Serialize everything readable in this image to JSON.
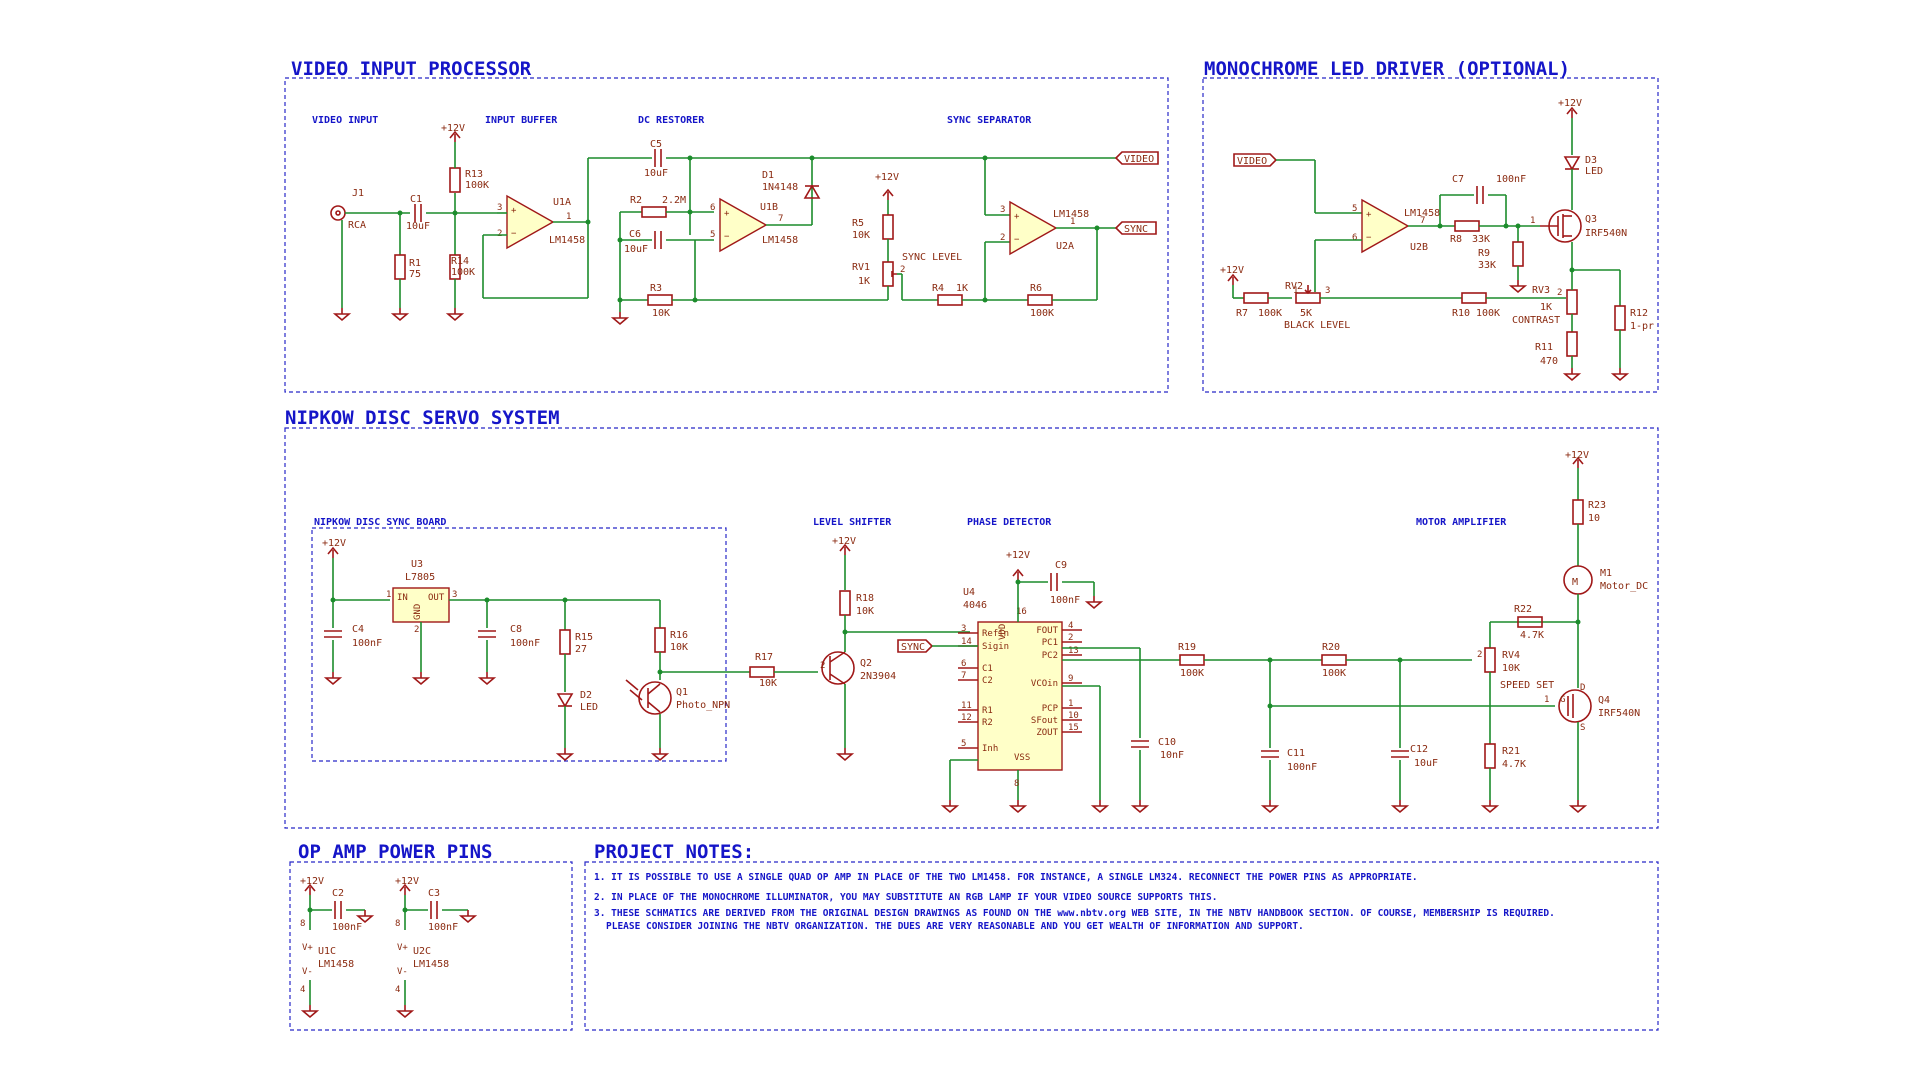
{
  "sections": {
    "video_input_processor": "VIDEO INPUT PROCESSOR",
    "monochrome_led_driver": "MONOCHROME LED DRIVER (OPTIONAL)",
    "nipkow_disc_servo": "NIPKOW DISC SERVO SYSTEM",
    "op_amp_power_pins": "OP AMP POWER PINS",
    "project_notes": "PROJECT NOTES:"
  },
  "subtitles": {
    "video_input": "VIDEO INPUT",
    "input_buffer": "INPUT BUFFER",
    "dc_restorer": "DC RESTORER",
    "sync_separator": "SYNC SEPARATOR",
    "nipkow_disc_sync_board": "NIPKOW DISC SYNC BOARD",
    "level_shifter": "LEVEL SHIFTER",
    "phase_detector": "PHASE DETECTOR",
    "motor_amplifier": "MOTOR AMPLIFIER"
  },
  "net_labels": {
    "video": "VIDEO",
    "sync": "SYNC"
  },
  "power": "+12V",
  "components": {
    "J1": [
      "J1",
      "RCA"
    ],
    "C1": [
      "C1",
      "10uF"
    ],
    "R1": [
      "R1",
      "75"
    ],
    "R13": [
      "R13",
      "100K"
    ],
    "R14": [
      "R14",
      "100K"
    ],
    "U1A": [
      "U1A",
      "LM1458"
    ],
    "C5": [
      "C5",
      "10uF"
    ],
    "R2": [
      "R2",
      "2.2M"
    ],
    "C6": [
      "C6",
      "10uF"
    ],
    "U1B": [
      "U1B",
      "LM1458"
    ],
    "D1": [
      "D1",
      "1N4148"
    ],
    "R3": [
      "R3",
      "10K"
    ],
    "R5": [
      "R5",
      "10K"
    ],
    "RV1": [
      "RV1",
      "1K",
      "SYNC LEVEL"
    ],
    "R4": [
      "R4",
      "1K"
    ],
    "R6": [
      "R6",
      "100K"
    ],
    "U2A": [
      "LM1458",
      "U2A"
    ],
    "U2B": [
      "LM1458",
      "U2B"
    ],
    "C7": [
      "C7",
      "100nF"
    ],
    "R8": [
      "R8",
      "33K"
    ],
    "R9": [
      "R9",
      "33K"
    ],
    "D3": [
      "D3",
      "LED"
    ],
    "Q3": [
      "Q3",
      "IRF540N"
    ],
    "R7": [
      "R7",
      "100K"
    ],
    "RV2": [
      "RV2",
      "5K",
      "BLACK LEVEL"
    ],
    "R10": [
      "R10",
      "100K"
    ],
    "RV3": [
      "RV3",
      "1K",
      "CONTRAST"
    ],
    "R11": [
      "R11",
      "470"
    ],
    "R12": [
      "R12",
      "1-pr"
    ],
    "U3": [
      "U3",
      "L7805"
    ],
    "C4": [
      "C4",
      "100nF"
    ],
    "C8": [
      "C8",
      "100nF"
    ],
    "R15": [
      "R15",
      "27"
    ],
    "D2": [
      "D2",
      "LED"
    ],
    "R16": [
      "R16",
      "10K"
    ],
    "Q1": [
      "Q1",
      "Photo_NPN"
    ],
    "R17": [
      "R17",
      "10K"
    ],
    "R18": [
      "R18",
      "10K"
    ],
    "Q2": [
      "Q2",
      "2N3904"
    ],
    "U4": [
      "U4",
      "4046"
    ],
    "C9": [
      "C9",
      "100nF"
    ],
    "C10": [
      "C10",
      "10nF"
    ],
    "R19": [
      "R19",
      "100K"
    ],
    "R20": [
      "R20",
      "100K"
    ],
    "C11": [
      "C11",
      "100nF"
    ],
    "C12": [
      "C12",
      "10uF"
    ],
    "R23": [
      "R23",
      "10"
    ],
    "M1": [
      "M1",
      "Motor_DC"
    ],
    "R22": [
      "R22",
      "4.7K"
    ],
    "RV4": [
      "RV4",
      "10K",
      "SPEED SET"
    ],
    "R21": [
      "R21",
      "4.7K"
    ],
    "Q4": [
      "Q4",
      "IRF540N"
    ],
    "C2": [
      "C2",
      "100nF"
    ],
    "C3": [
      "C3",
      "100nF"
    ],
    "U1C": [
      "U1C",
      "LM1458"
    ],
    "U2C": [
      "U2C",
      "LM1458"
    ]
  },
  "u4_pins_left": [
    [
      "3",
      "Refin"
    ],
    [
      "14",
      "Sigin"
    ],
    [
      "6",
      "C1"
    ],
    [
      "7",
      "C2"
    ],
    [
      "11",
      "R1"
    ],
    [
      "12",
      "R2"
    ],
    [
      "5",
      "Inh"
    ]
  ],
  "u4_pins_right": [
    [
      "4",
      "FOUT"
    ],
    [
      "2",
      "PC1"
    ],
    [
      "13",
      "PC2"
    ],
    [
      "9",
      "VCOin"
    ],
    [
      "1",
      "PCP"
    ],
    [
      "10",
      "SFout"
    ],
    [
      "15",
      "ZOUT"
    ]
  ],
  "notes": [
    "1. IT IS POSSIBLE TO USE A SINGLE QUAD OP AMP IN PLACE OF THE TWO LM1458. FOR INSTANCE, A SINGLE LM324. RECONNECT THE POWER PINS AS APPROPRIATE.",
    "2. IN PLACE OF THE MONOCHROME ILLUMINATOR, YOU MAY SUBSTITUTE AN RGB LAMP IF YOUR VIDEO SOURCE SUPPORTS THIS.",
    "3. THESE SCHMATICS ARE DERIVED FROM THE ORIGINAL DESIGN DRAWINGS AS FOUND ON THE www.nbtv.org WEB SITE, IN THE NBTV HANDBOOK SECTION. OF COURSE, MEMBERSHIP IS REQUIRED.",
    "PLEASE CONSIDER JOINING THE NBTV ORGANIZATION. THE DUES ARE VERY REASONABLE AND YOU GET WEALTH OF INFORMATION AND SUPPORT."
  ]
}
